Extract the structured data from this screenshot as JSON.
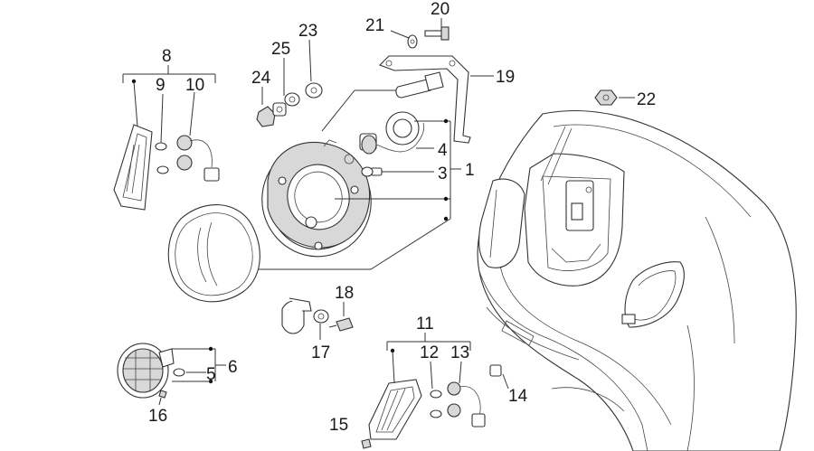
{
  "callouts": {
    "c1": "1",
    "c3": "3",
    "c4": "4",
    "c5": "5",
    "c6": "6",
    "c8": "8",
    "c9": "9",
    "c10": "10",
    "c11": "11",
    "c12": "12",
    "c13": "13",
    "c14": "14",
    "c15": "15",
    "c16": "16",
    "c17": "17",
    "c18": "18",
    "c19": "19",
    "c20": "20",
    "c21": "21",
    "c22": "22",
    "c23": "23",
    "c24": "24",
    "c25": "25"
  }
}
